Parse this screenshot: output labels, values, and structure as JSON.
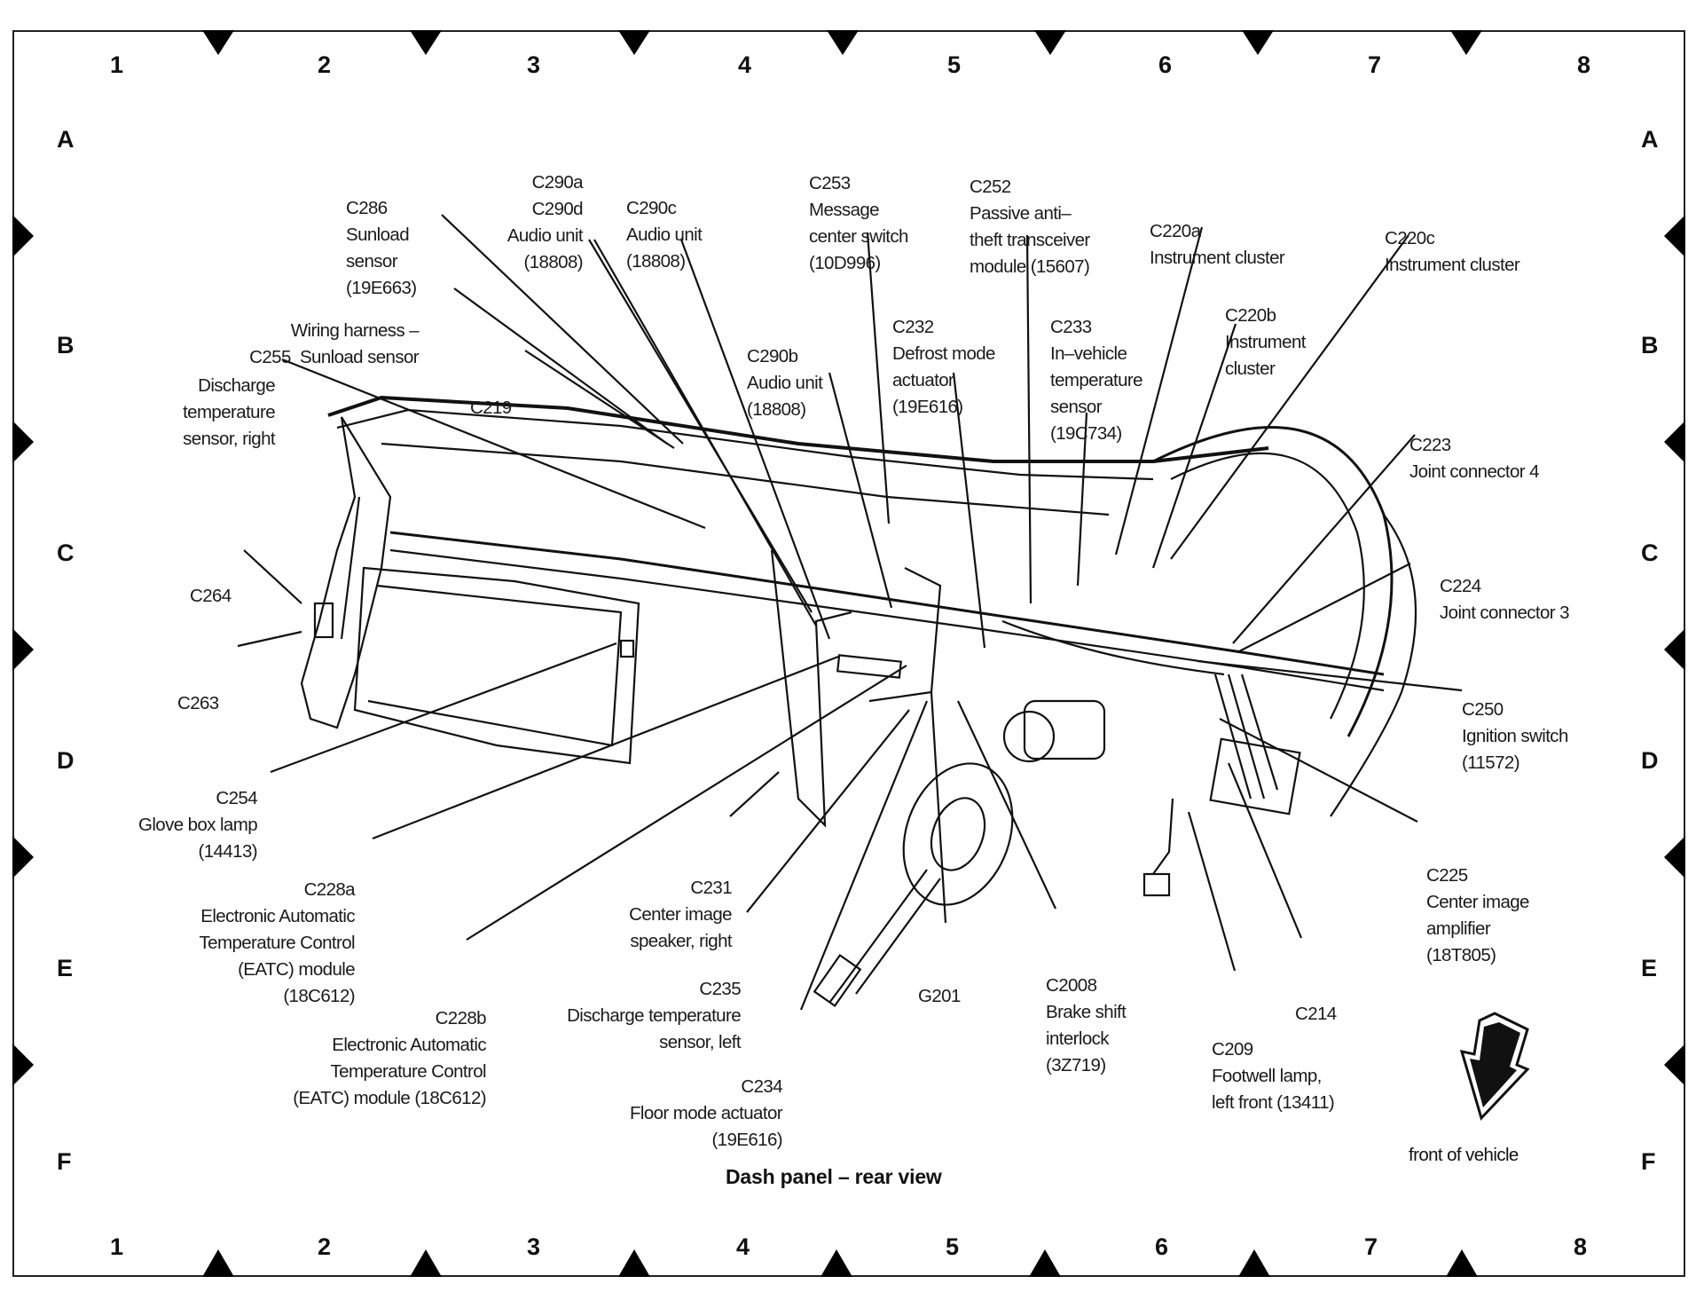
{
  "title": "Dash panel – rear view",
  "orientation_label": "front of vehicle",
  "grid": {
    "columns": [
      "1",
      "2",
      "3",
      "4",
      "5",
      "6",
      "7",
      "8"
    ],
    "rows": [
      "A",
      "B",
      "C",
      "D",
      "E",
      "F"
    ]
  },
  "callouts": [
    {
      "id": "C286",
      "lines": [
        "C286",
        "Sunload",
        "sensor",
        "(19E663)"
      ]
    },
    {
      "id": "C290a-d",
      "lines": [
        "C290a",
        "C290d",
        "Audio unit",
        "(18808)"
      ]
    },
    {
      "id": "C290c",
      "lines": [
        "C290c",
        "Audio unit",
        "(18808)"
      ]
    },
    {
      "id": "C253",
      "lines": [
        "C253",
        "Message",
        "center switch",
        "(10D996)"
      ]
    },
    {
      "id": "C252",
      "lines": [
        "C252",
        "Passive anti–",
        "theft transceiver",
        "module (15607)"
      ]
    },
    {
      "id": "C220a",
      "lines": [
        "C220a",
        "Instrument cluster"
      ]
    },
    {
      "id": "C220c",
      "lines": [
        "C220c",
        "Instrument cluster"
      ]
    },
    {
      "id": "C220b",
      "lines": [
        "C220b",
        "Instrument",
        "cluster"
      ]
    },
    {
      "id": "C290b",
      "lines": [
        "C290b",
        "Audio unit",
        "(18808)"
      ]
    },
    {
      "id": "C232",
      "lines": [
        "C232",
        "Defrost mode",
        "actuator",
        "(19E616)"
      ]
    },
    {
      "id": "C233",
      "lines": [
        "C233",
        "In–vehicle",
        "temperature",
        "sensor",
        "(19C734)"
      ]
    },
    {
      "id": "C255",
      "lines": [
        "Wiring harness –",
        "C255  Sunload sensor"
      ]
    },
    {
      "id": "C219",
      "lines": [
        "C219"
      ]
    },
    {
      "id": "discharge-right",
      "lines": [
        "Discharge",
        "temperature",
        "sensor, right"
      ]
    },
    {
      "id": "C223",
      "lines": [
        "C223",
        "Joint connector 4"
      ]
    },
    {
      "id": "C224",
      "lines": [
        "C224",
        "Joint connector 3"
      ]
    },
    {
      "id": "C264",
      "lines": [
        "C264"
      ]
    },
    {
      "id": "C263",
      "lines": [
        "C263"
      ]
    },
    {
      "id": "C250",
      "lines": [
        "C250",
        "Ignition switch",
        "(11572)"
      ]
    },
    {
      "id": "C254",
      "lines": [
        "C254",
        "Glove box lamp",
        "(14413)"
      ]
    },
    {
      "id": "C225",
      "lines": [
        "C225",
        "Center image",
        "amplifier",
        "(18T805)"
      ]
    },
    {
      "id": "C228a",
      "lines": [
        "C228a",
        "Electronic Automatic",
        "Temperature Control",
        "(EATC) module",
        "(18C612)"
      ]
    },
    {
      "id": "C231",
      "lines": [
        "C231",
        "Center image",
        "speaker, right"
      ]
    },
    {
      "id": "C235",
      "lines": [
        "C235",
        "Discharge temperature",
        "sensor, left"
      ]
    },
    {
      "id": "G201",
      "lines": [
        "G201"
      ]
    },
    {
      "id": "C2008",
      "lines": [
        "C2008",
        "Brake shift",
        "interlock",
        "(3Z719)"
      ]
    },
    {
      "id": "C214",
      "lines": [
        "C214"
      ]
    },
    {
      "id": "C228b",
      "lines": [
        "C228b",
        "Electronic Automatic",
        "Temperature Control",
        "(EATC) module (18C612)"
      ]
    },
    {
      "id": "C209",
      "lines": [
        "C209",
        "Footwell lamp,",
        "left front (13411)"
      ]
    },
    {
      "id": "C234",
      "lines": [
        "C234",
        "Floor mode actuator",
        "(19E616)"
      ]
    }
  ]
}
